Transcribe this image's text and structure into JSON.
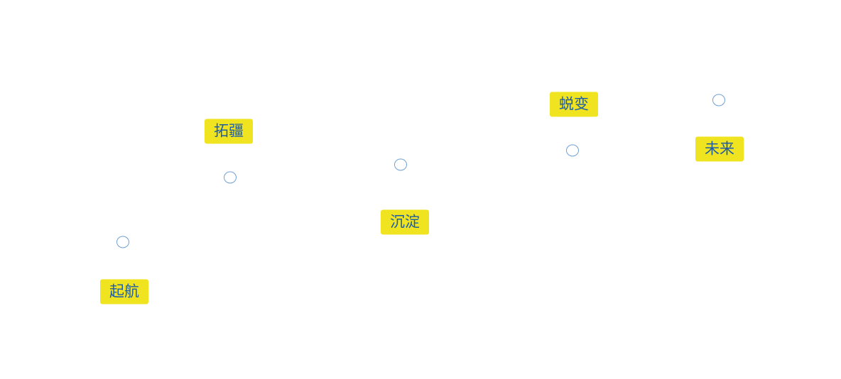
{
  "milestones": [
    {
      "label": "起航"
    },
    {
      "label": "拓疆"
    },
    {
      "label": "沉淀"
    },
    {
      "label": "蜕变"
    },
    {
      "label": "未来"
    }
  ],
  "colors": {
    "label_bg": "#f0e31f",
    "label_text": "#1f5ea6",
    "node_stroke": "#6f9fd2"
  }
}
